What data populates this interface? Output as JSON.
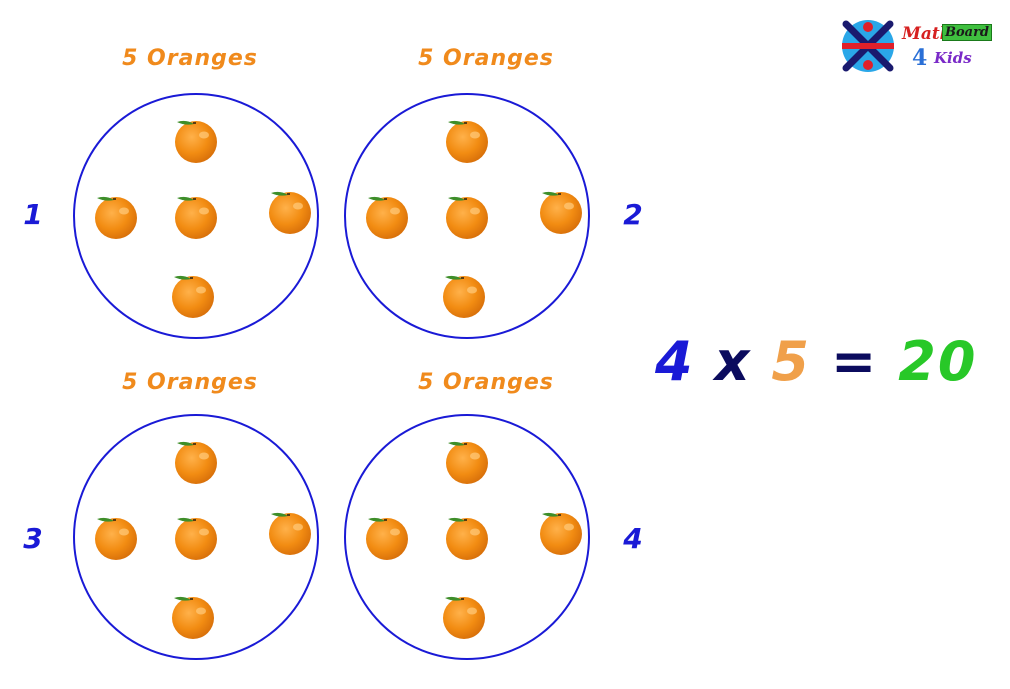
{
  "logo": {
    "word_math": "Math",
    "word_board": "Board",
    "word_four": "4",
    "word_kids": "Kids"
  },
  "groups": [
    {
      "label": "5 Oranges",
      "number": "1",
      "count": 5
    },
    {
      "label": "5 Oranges",
      "number": "2",
      "count": 5
    },
    {
      "label": "5 Oranges",
      "number": "3",
      "count": 5
    },
    {
      "label": "5 Oranges",
      "number": "4",
      "count": 5
    }
  ],
  "equation": {
    "multiplier": "4",
    "times_sign": "x",
    "multiplicand": "5",
    "equals_sign": "=",
    "product": "20"
  },
  "colors": {
    "label_orange": "#f08a1c",
    "number_blue": "#1a1ad6",
    "circle_blue": "#1a1ad6",
    "multiplier_blue": "#1a1ad6",
    "times_navy": "#0b0b5e",
    "multiplicand_orange": "#f0a04a",
    "equals_navy": "#0b0b5e",
    "product_green": "#28c828",
    "fruit_orange": "#f28c12",
    "leaf_green": "#3e8e2a"
  },
  "icons": [
    "orange-fruit-icon",
    "multiply-cross-logo-icon"
  ]
}
